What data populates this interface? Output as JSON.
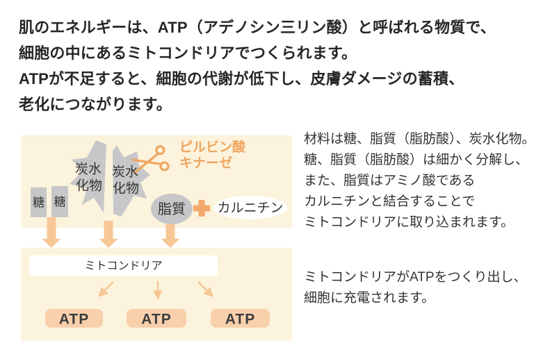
{
  "heading": {
    "lines": [
      "肌のエネルギーは、ATP（アデノシン三リン酸）と呼ばれる物質で、",
      "細胞の中にあるミトコンドリアでつくられます。",
      "ATPが不足すると、細胞の代謝が低下し、皮膚ダメージの蓄積、",
      "老化につながります。"
    ]
  },
  "diagram": {
    "sugar_labels": [
      "糖",
      "糖"
    ],
    "carb_left_lines": [
      "炭水",
      "化物"
    ],
    "carb_right_lines": [
      "炭水",
      "化物"
    ],
    "enzyme_lines": [
      "ピルビン酸",
      "キナーゼ"
    ],
    "lipid_label": "脂質",
    "carnitine_label": "カルニチン",
    "mitochondria_label": "ミトコンドリア",
    "atp_labels": [
      "ATP",
      "ATP",
      "ATP"
    ],
    "icons": {
      "scissors_icon": "scissors",
      "plus_icon": "plus"
    },
    "colors": {
      "panel_bg": "#FCF3DC",
      "shape_gray": "#C7C7C9",
      "accent_orange": "#EFA55E",
      "plus_orange": "#F2A96B",
      "arrow_peach": "#F7C795",
      "atp_box_peach": "#F8D0AC",
      "text_dark": "#333333"
    }
  },
  "side_text": {
    "paragraph1_lines": [
      "材料は糖、脂質（脂肪酸）、炭水化物。",
      "糖、脂質（脂肪酸）は細かく分解し、",
      "また、脂質はアミノ酸である",
      "カルニチンと結合することで",
      "ミトコンドリアに取り込まれます。"
    ],
    "paragraph2_lines": [
      "ミトコンドリアがATPをつくり出し、",
      "細胞に充電されます。"
    ]
  }
}
